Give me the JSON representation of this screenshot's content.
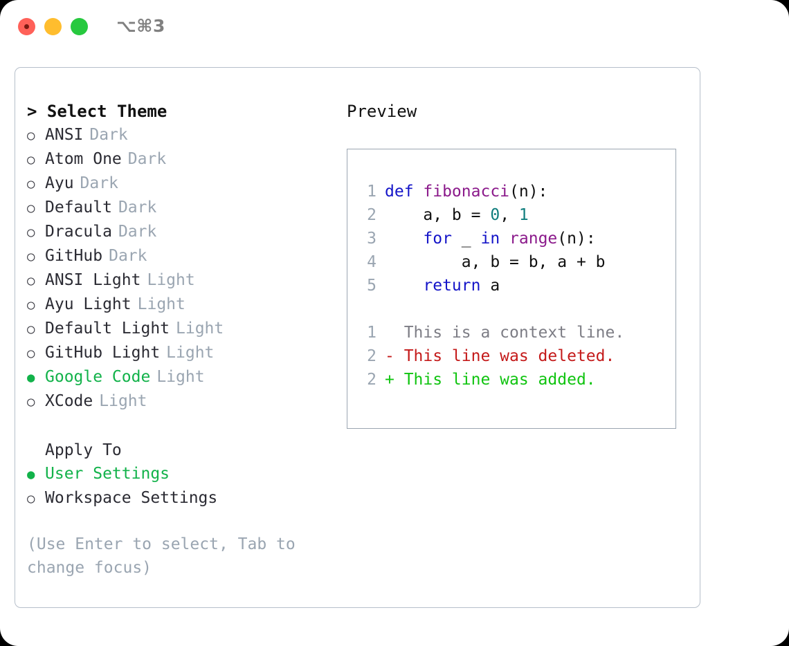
{
  "window": {
    "shortcut": "⌥⌘3",
    "traffic_lights": [
      {
        "name": "close",
        "color": "#ff6159"
      },
      {
        "name": "minimize",
        "color": "#ffbd2e"
      },
      {
        "name": "maximize",
        "color": "#27c93f"
      }
    ]
  },
  "theme_panel": {
    "title": "> Select Theme",
    "marker_unselected": "○",
    "marker_selected": "●",
    "options": [
      {
        "label": "ANSI",
        "category": "Dark",
        "selected": false
      },
      {
        "label": "Atom One",
        "category": "Dark",
        "selected": false
      },
      {
        "label": "Ayu",
        "category": "Dark",
        "selected": false
      },
      {
        "label": "Default",
        "category": "Dark",
        "selected": false
      },
      {
        "label": "Dracula",
        "category": "Dark",
        "selected": false
      },
      {
        "label": "GitHub",
        "category": "Dark",
        "selected": false
      },
      {
        "label": "ANSI Light",
        "category": "Light",
        "selected": false
      },
      {
        "label": "Ayu Light",
        "category": "Light",
        "selected": false
      },
      {
        "label": "Default Light",
        "category": "Light",
        "selected": false
      },
      {
        "label": "GitHub Light",
        "category": "Light",
        "selected": false
      },
      {
        "label": "Google Code",
        "category": "Light",
        "selected": true
      },
      {
        "label": "XCode",
        "category": "Light",
        "selected": false
      }
    ]
  },
  "apply_to": {
    "heading": "Apply To",
    "options": [
      {
        "label": "User Settings",
        "selected": true
      },
      {
        "label": "Workspace Settings",
        "selected": false
      }
    ]
  },
  "hint": "(Use Enter to select, Tab to change focus)",
  "preview": {
    "title": "Preview",
    "code_lines": [
      {
        "lineno": "1",
        "tokens": [
          {
            "text": "def ",
            "type": "kw"
          },
          {
            "text": "fibonacci",
            "type": "fn"
          },
          {
            "text": "(n):",
            "type": "plain"
          }
        ]
      },
      {
        "lineno": "2",
        "tokens": [
          {
            "text": "    a, b = ",
            "type": "plain"
          },
          {
            "text": "0",
            "type": "num"
          },
          {
            "text": ", ",
            "type": "plain"
          },
          {
            "text": "1",
            "type": "num"
          }
        ]
      },
      {
        "lineno": "3",
        "tokens": [
          {
            "text": "    ",
            "type": "plain"
          },
          {
            "text": "for",
            "type": "kw"
          },
          {
            "text": " _ ",
            "type": "plain"
          },
          {
            "text": "in",
            "type": "kw"
          },
          {
            "text": " ",
            "type": "plain"
          },
          {
            "text": "range",
            "type": "fn"
          },
          {
            "text": "(n):",
            "type": "plain"
          }
        ]
      },
      {
        "lineno": "4",
        "tokens": [
          {
            "text": "        a, b = b, a + b",
            "type": "plain"
          }
        ]
      },
      {
        "lineno": "5",
        "tokens": [
          {
            "text": "    ",
            "type": "plain"
          },
          {
            "text": "return",
            "type": "kw"
          },
          {
            "text": " a",
            "type": "plain"
          }
        ]
      }
    ],
    "diff_lines": [
      {
        "lineno": "1",
        "marker": "  ",
        "text": "This is a context line.",
        "type": "ctx"
      },
      {
        "lineno": "2",
        "marker": "- ",
        "text": "This line was deleted.",
        "type": "del"
      },
      {
        "lineno": "2",
        "marker": "+ ",
        "text": "This line was added.",
        "type": "add"
      }
    ]
  },
  "colors": {
    "accent_green": "#12b24a",
    "muted": "#9aa5b1",
    "keyword": "#1414c8",
    "function": "#8b1a8b",
    "number": "#0f7d7d",
    "diff_delete": "#c41a1a",
    "diff_add": "#10c410",
    "border": "#b6bfca"
  }
}
